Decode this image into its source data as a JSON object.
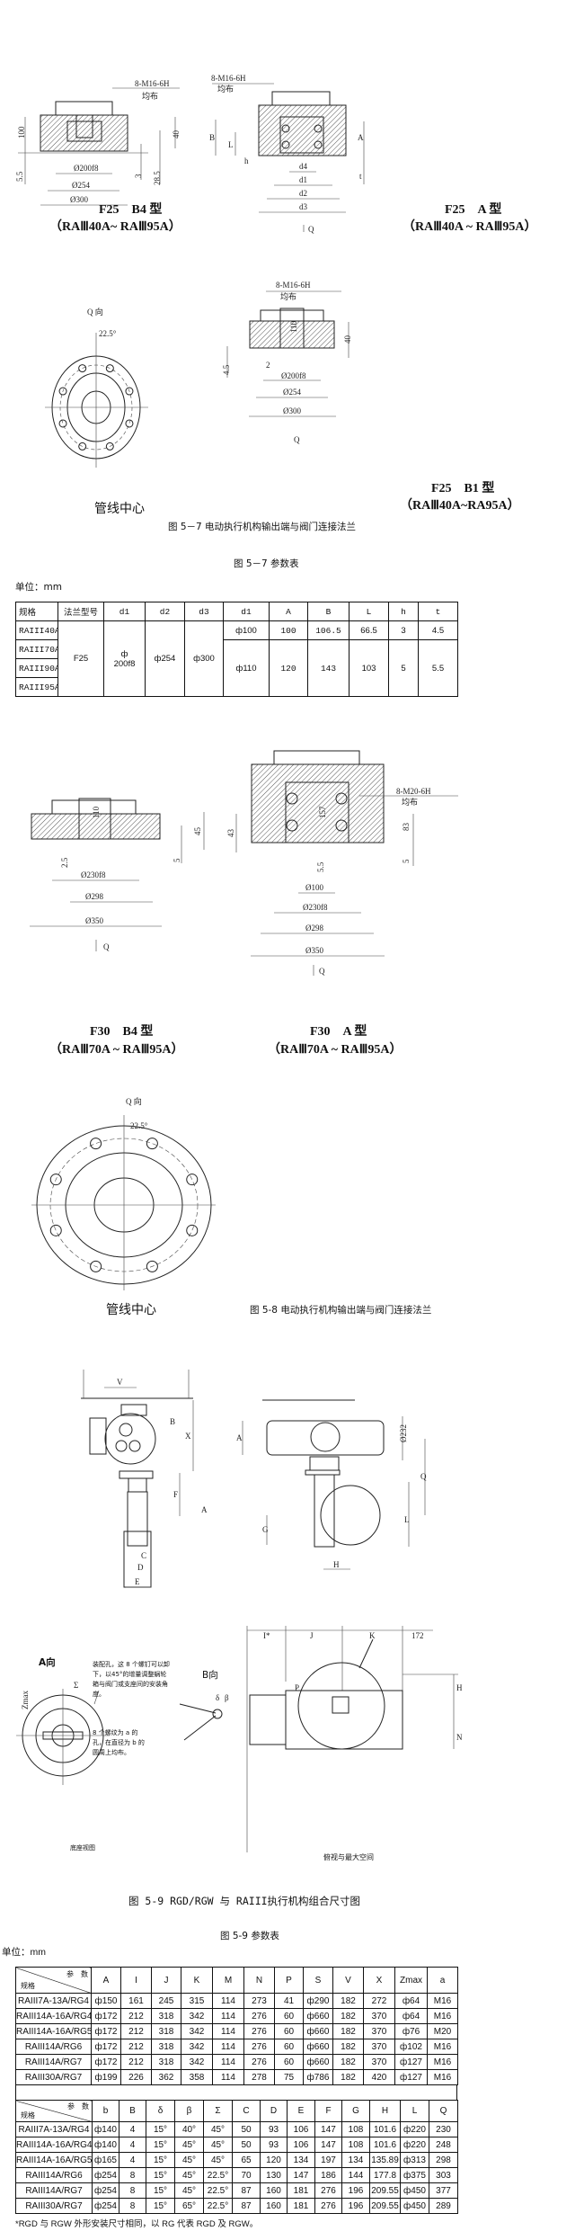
{
  "fig57": {
    "f25b4": {
      "title": "F25　B4 型",
      "range": "（RAⅢ40A~ RAⅢ95A）",
      "thread": "8-M16-6H",
      "even": "均布",
      "dims": [
        "100",
        "40",
        "5.5",
        "3",
        "28.5",
        "Ø200f8",
        "Ø254",
        "Ø300"
      ]
    },
    "f25a": {
      "title": "F25　A 型",
      "range": "（RAⅢ40A ~ RAⅢ95A）",
      "thread": "8-M16-6H",
      "even": "均布",
      "dims": [
        "B",
        "L",
        "h",
        "A",
        "t",
        "d4",
        "d1",
        "d2",
        "d3",
        "Q"
      ]
    },
    "qview": {
      "title": "Q 向",
      "angle": "22.5°",
      "center": "管线中心"
    },
    "f25b1": {
      "title": "F25　B1 型",
      "range": "（RAⅢ40A~RA95A）",
      "thread": "8-M16-6H",
      "even": "均布",
      "dims": [
        "110",
        "40",
        "4.5",
        "2",
        "Ø200f8",
        "Ø254",
        "Ø300",
        "Q"
      ]
    },
    "caption": "图 5－7 电动执行机构输出端与阀门连接法兰"
  },
  "table57": {
    "title": "图 5－7 参数表",
    "unit": "单位：mm",
    "headers": [
      "规格",
      "法兰型号",
      "d1",
      "d2",
      "d3",
      "d1",
      "A",
      "B",
      "L",
      "h",
      "t"
    ],
    "models": [
      "RAIII40A",
      "RAIII70A",
      "RAIII90A",
      "RAIII95A"
    ],
    "flange": "F25",
    "d1_sym": "ф",
    "d1_val": "200f8",
    "d2": "ф254",
    "d3": "ф300",
    "row40": {
      "d1": "ф100",
      "A": "100",
      "B": "106.5",
      "L": "66.5",
      "h": "3",
      "t": "4.5"
    },
    "row70_95": {
      "d1": "ф110",
      "A": "120",
      "B": "143",
      "L": "103",
      "h": "5",
      "t": "5.5"
    }
  },
  "fig58": {
    "f30b4": {
      "title": "F30　B4 型",
      "range": "（RAⅢ70A ~ RAⅢ95A）",
      "dims": [
        "110",
        "45",
        "2.5",
        "5",
        "Ø230f8",
        "Ø298",
        "Ø350",
        "Q"
      ]
    },
    "f30a": {
      "title": "F30　A 型",
      "range": "（RAⅢ70A ~ RAⅢ95A）",
      "thread": "8-M20-6H",
      "even": "均布",
      "dims": [
        "157",
        "43",
        "83",
        "5",
        "5.5",
        "Ø100",
        "Ø230f8",
        "Ø298",
        "Ø350",
        "Q"
      ]
    },
    "qview": {
      "title": "Q 向",
      "angle": "22.5°",
      "center": "管线中心"
    },
    "caption": "图 5-8  电动执行机构输出端与阀门连接法兰"
  },
  "fig59": {
    "front_labels": [
      "V",
      "B",
      "X",
      "F",
      "A",
      "C",
      "D",
      "E"
    ],
    "side_labels": [
      "A",
      "Ø232",
      "Q",
      "G",
      "L",
      "H"
    ],
    "aview": "A向",
    "bview": "B向",
    "note1": "装配孔，这 8 个螺钉可以卸下，以45°的增量调整蜗轮箱与阀门或支座间的安装角度。",
    "note2": "8 个螺纹为 a 的孔，在直径为 b 的圆周上均布。",
    "base_view": "底座视图",
    "zmax": "Zmax",
    "sigma": "Σ",
    "delta": "δ",
    "beta": "β",
    "top_labels": [
      "I*",
      "J",
      "K",
      "172",
      "P",
      "H",
      "N"
    ],
    "top_view": "俯视与最大空间",
    "caption": "图 5-9 RGD/RGW 与 RAIII执行机构组合尺寸图"
  },
  "table59": {
    "title": "图 5-9 参数表",
    "unit": "单位：mm",
    "corner_param": "参　数",
    "corner_spec": "规格",
    "headers1": [
      "A",
      "I",
      "J",
      "K",
      "M",
      "N",
      "P",
      "S",
      "V",
      "X",
      "Zmax",
      "a"
    ],
    "rows1": [
      [
        "RAIII7A-13A/RG4",
        "ф150",
        "161",
        "245",
        "315",
        "114",
        "273",
        "41",
        "ф290",
        "182",
        "272",
        "ф64",
        "M16"
      ],
      [
        "RAIII14A-16A/RG4",
        "ф172",
        "212",
        "318",
        "342",
        "114",
        "276",
        "60",
        "ф660",
        "182",
        "370",
        "ф64",
        "M16"
      ],
      [
        "RAIII14A-16A/RG5",
        "ф172",
        "212",
        "318",
        "342",
        "114",
        "276",
        "60",
        "ф660",
        "182",
        "370",
        "ф76",
        "M20"
      ],
      [
        "RAIII14A/RG6",
        "ф172",
        "212",
        "318",
        "342",
        "114",
        "276",
        "60",
        "ф660",
        "182",
        "370",
        "ф102",
        "M16"
      ],
      [
        "RAIII14A/RG7",
        "ф172",
        "212",
        "318",
        "342",
        "114",
        "276",
        "60",
        "ф660",
        "182",
        "370",
        "ф127",
        "M16"
      ],
      [
        "RAIII30A/RG7",
        "ф199",
        "226",
        "362",
        "358",
        "114",
        "278",
        "75",
        "ф786",
        "182",
        "420",
        "ф127",
        "M16"
      ]
    ],
    "headers2": [
      "b",
      "B",
      "δ",
      "β",
      "Σ",
      "C",
      "D",
      "E",
      "F",
      "G",
      "H",
      "L",
      "Q"
    ],
    "rows2": [
      [
        "RAIII7A-13A/RG4",
        "ф140",
        "4",
        "15°",
        "40°",
        "45°",
        "50",
        "93",
        "106",
        "147",
        "108",
        "101.6",
        "ф220",
        "230"
      ],
      [
        "RAIII14A-16A/RG4",
        "ф140",
        "4",
        "15°",
        "45°",
        "45°",
        "50",
        "93",
        "106",
        "147",
        "108",
        "101.6",
        "ф220",
        "248"
      ],
      [
        "RAIII14A-16A/RG5",
        "ф165",
        "4",
        "15°",
        "45°",
        "45°",
        "65",
        "120",
        "134",
        "197",
        "134",
        "135.89",
        "ф313",
        "298"
      ],
      [
        "RAIII14A/RG6",
        "ф254",
        "8",
        "15°",
        "45°",
        "22.5°",
        "70",
        "130",
        "147",
        "186",
        "144",
        "177.8",
        "ф375",
        "303"
      ],
      [
        "RAIII14A/RG7",
        "ф254",
        "8",
        "15°",
        "45°",
        "22.5°",
        "87",
        "160",
        "181",
        "276",
        "196",
        "209.55",
        "ф450",
        "377"
      ],
      [
        "RAIII30A/RG7",
        "ф254",
        "8",
        "15°",
        "65°",
        "22.5°",
        "87",
        "160",
        "181",
        "276",
        "196",
        "209.55",
        "ф450",
        "289"
      ]
    ],
    "footnote": "*RGD 与 RGW 外形安装尺寸相同，以 RG 代表 RGD 及 RGW。"
  }
}
